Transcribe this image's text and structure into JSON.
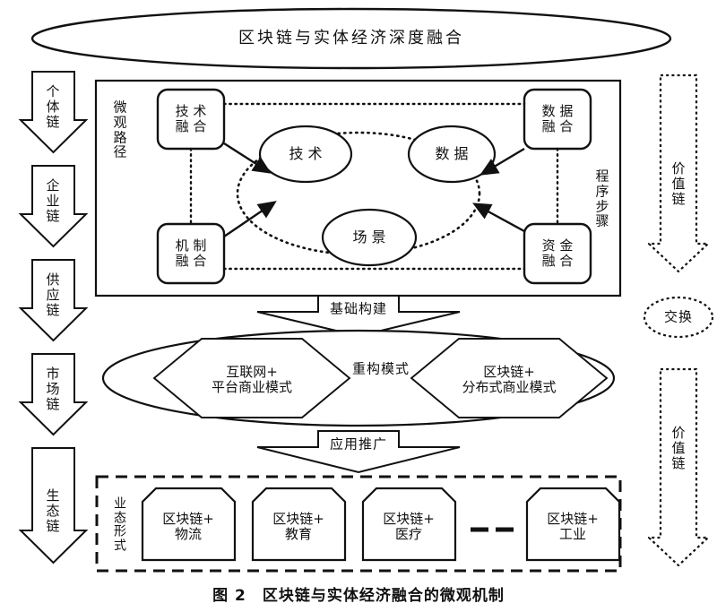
{
  "figure": {
    "caption": "图 2　区块链与实体经济融合的微观机制",
    "top_banner": "区块链与实体经济深度融合"
  },
  "left_chain": {
    "name": "个体链-企业链-供应链-市场链-生态链",
    "arrows": [
      {
        "id": "individual",
        "label": "个\n体\n链"
      },
      {
        "id": "enterprise",
        "label": "企\n业\n链"
      },
      {
        "id": "supply",
        "label": "供\n应\n链"
      },
      {
        "id": "market",
        "label": "市\n场\n链"
      },
      {
        "id": "ecology",
        "label": "生\n态\n链"
      }
    ]
  },
  "right_chain": {
    "arrow_top": "价\n值\n链",
    "exchange": "交换",
    "arrow_bottom": "价\n值\n链"
  },
  "micro_path_box": {
    "side_label": "微\n观\n路\n径",
    "right_label": "程\n序\n步\n骤",
    "fusion_boxes": [
      {
        "id": "tech-fusion",
        "label": "技 术\n融 合"
      },
      {
        "id": "data-fusion",
        "label": "数 据\n融 合"
      },
      {
        "id": "mechanism-fusion",
        "label": "机 制\n融 合"
      },
      {
        "id": "capital-fusion",
        "label": "资 金\n融 合"
      }
    ],
    "core_ellipses": [
      {
        "id": "technology",
        "label": "技 术"
      },
      {
        "id": "data",
        "label": "数 据"
      },
      {
        "id": "scenario",
        "label": "场 景"
      }
    ]
  },
  "connector_basic": "基础构建",
  "reconstruct_band": {
    "center_label": "重构模式",
    "hexagons": [
      {
        "id": "internet-platform",
        "label": "互联网+\n平台商业模式"
      },
      {
        "id": "blockchain-distributed",
        "label": "区块链+\n分布式商业模式"
      }
    ]
  },
  "connector_apply": "应用推广",
  "formats_box": {
    "side_label": "业\n态\n形\n式",
    "items": [
      {
        "id": "logistics",
        "label": "区块链+\n物流"
      },
      {
        "id": "education",
        "label": "区块链+\n教育"
      },
      {
        "id": "medical",
        "label": "区块链+\n医疗"
      },
      {
        "id": "industry",
        "label": "区块链+\n工业"
      }
    ],
    "ellipsis": "– – – –"
  },
  "colors": {
    "stroke": "#111111",
    "background": "#ffffff",
    "text": "#111111"
  }
}
